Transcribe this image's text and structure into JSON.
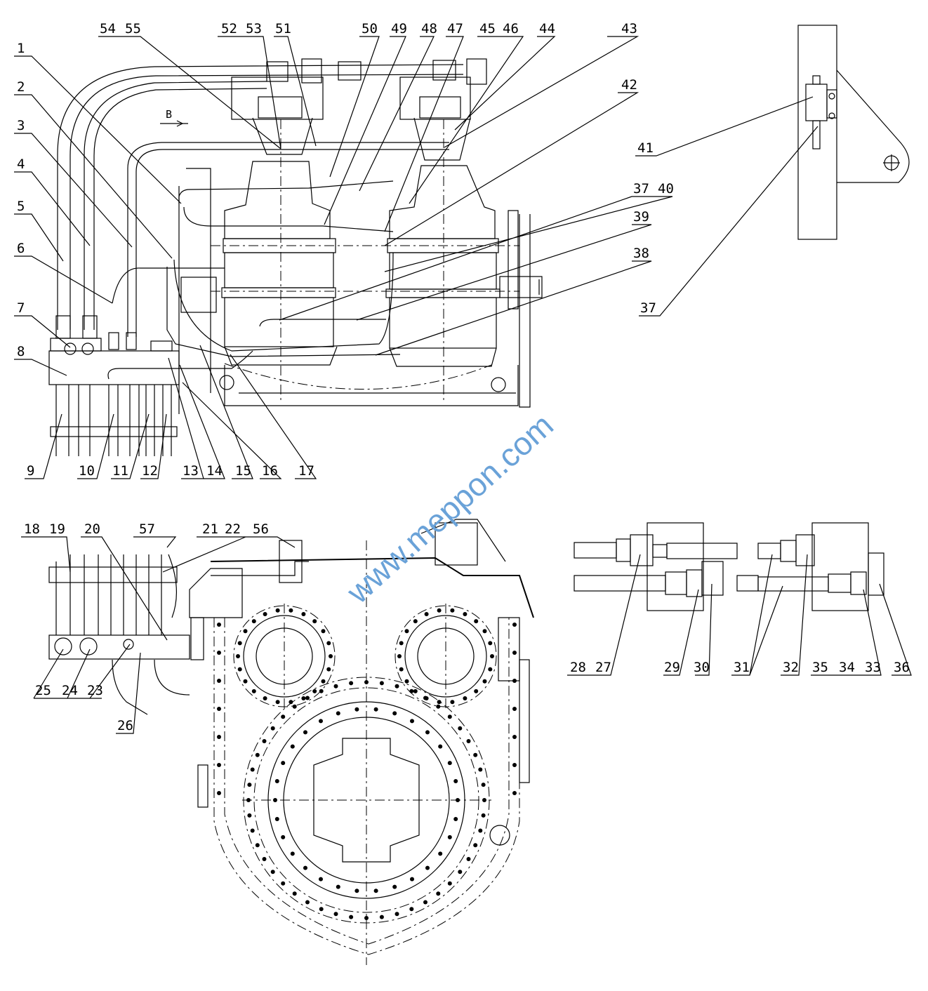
{
  "labels": {
    "top_left": [
      "1",
      "2",
      "3",
      "4",
      "5",
      "6",
      "7",
      "8"
    ],
    "top": [
      "54",
      "55",
      "52",
      "53",
      "51",
      "50",
      "49",
      "48",
      "47",
      "45",
      "46",
      "44",
      "43",
      "42",
      "37",
      "40",
      "39",
      "38"
    ],
    "bottom_top_view": [
      "9",
      "10",
      "11",
      "12",
      "13",
      "14",
      "15",
      "16",
      "17"
    ],
    "side_view": [
      "41",
      "37"
    ],
    "front_view": [
      "18",
      "19",
      "20",
      "57",
      "21",
      "22",
      "56",
      "25",
      "24",
      "23",
      "26"
    ],
    "right_view": [
      "28",
      "27",
      "29",
      "30",
      "31",
      "32",
      "35",
      "34",
      "33",
      "36"
    ]
  },
  "view_marker": "B",
  "watermark": "www.meppon.com"
}
